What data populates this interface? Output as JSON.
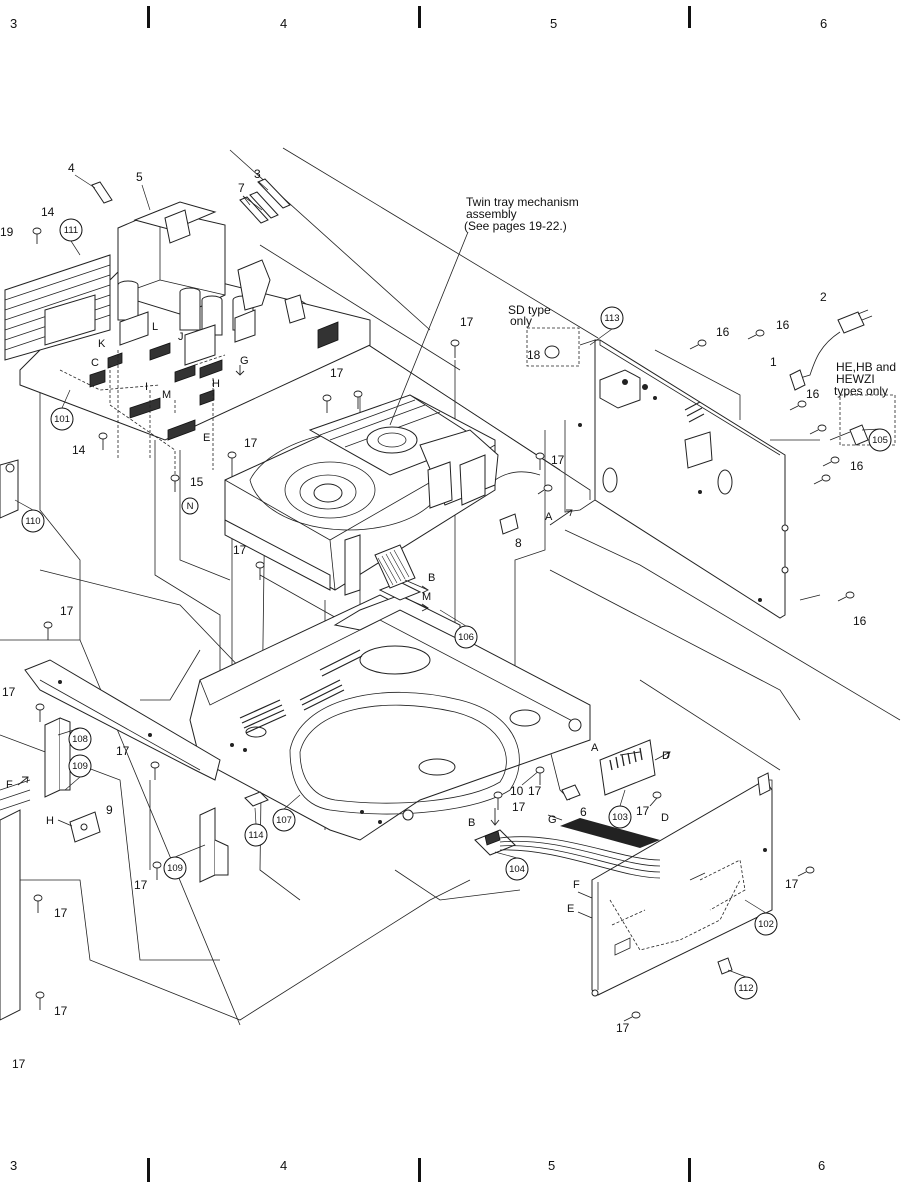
{
  "grid": {
    "top": [
      "3",
      "4",
      "5",
      "6"
    ],
    "bottom": [
      "3",
      "4",
      "5",
      "6"
    ]
  },
  "note": {
    "line1": "Twin tray mechanism",
    "line2": "assembly",
    "line3": "(See pages 19-22.)"
  },
  "sd_box": {
    "line1": "SD type",
    "line2": "only"
  },
  "he_box": {
    "line1": "HE,HB and",
    "line2": "HEWZI",
    "line3": "types only"
  },
  "parts": {
    "p1": "1",
    "p2": "2",
    "p3": "3",
    "p4": "4",
    "p5": "5",
    "p6": "6",
    "p7": "7",
    "p8": "8",
    "p9": "9",
    "p10": "10",
    "p14": "14",
    "p15": "15",
    "p16": "16",
    "p17": "17",
    "p18": "18",
    "p19": "19"
  },
  "circled": {
    "c101": "101",
    "c102": "102",
    "c103": "103",
    "c104": "104",
    "c105": "105",
    "c106": "106",
    "c107": "107",
    "c108": "108",
    "c109": "109",
    "c110": "110",
    "c111": "111",
    "c112": "112",
    "c113": "113",
    "c114": "114",
    "cN": "N"
  },
  "connectors": {
    "A": "A",
    "B": "B",
    "C": "C",
    "D": "D",
    "E": "E",
    "F": "F",
    "G": "G",
    "H": "H",
    "I": "I",
    "J": "J",
    "K": "K",
    "L": "L",
    "M": "M"
  }
}
